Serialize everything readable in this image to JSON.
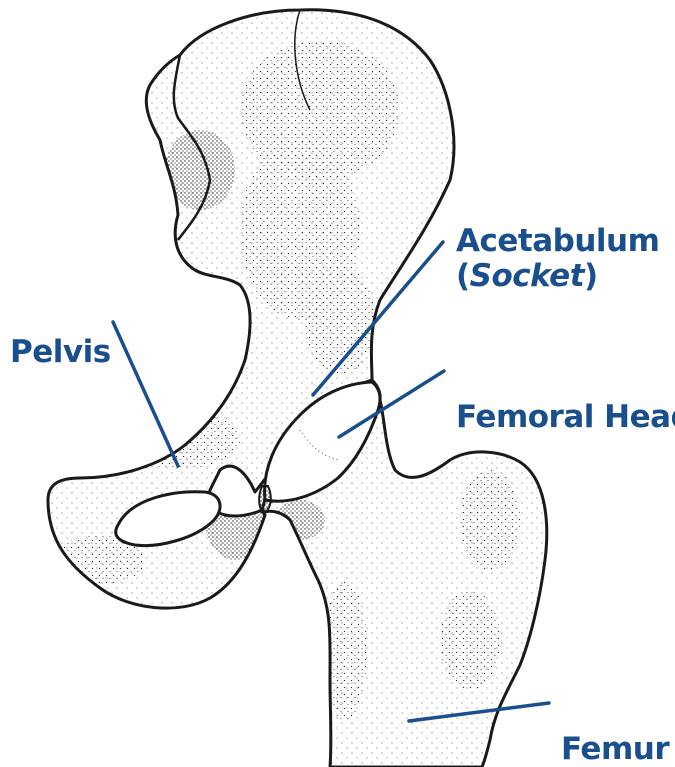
{
  "labels": {
    "acetabulum": {
      "line1": "Acetabulum",
      "open": "(",
      "italic": "Socket",
      "close": ")"
    },
    "pelvis": "Pelvis",
    "femoral_head": "Femoral Head",
    "femur": "Femur"
  },
  "colors": {
    "label": "#1a4f8e",
    "outline": "#1a1a1a",
    "stipple": "#2a2a2a",
    "background": "#ffffff"
  }
}
